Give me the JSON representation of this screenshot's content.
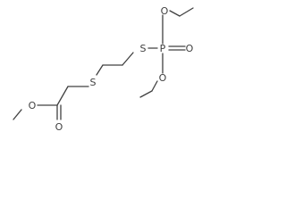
{
  "molecule": {
    "atoms": {
      "s_phos": "S",
      "p": "P",
      "o_dbl": "O",
      "o_top": "O",
      "o_bottom": "O",
      "s_thio": "S",
      "o_methoxy": "O",
      "o_carbonyl": "O"
    }
  },
  "colors": {
    "bond": "#404040",
    "text": "#404040",
    "background": "#ffffff"
  }
}
